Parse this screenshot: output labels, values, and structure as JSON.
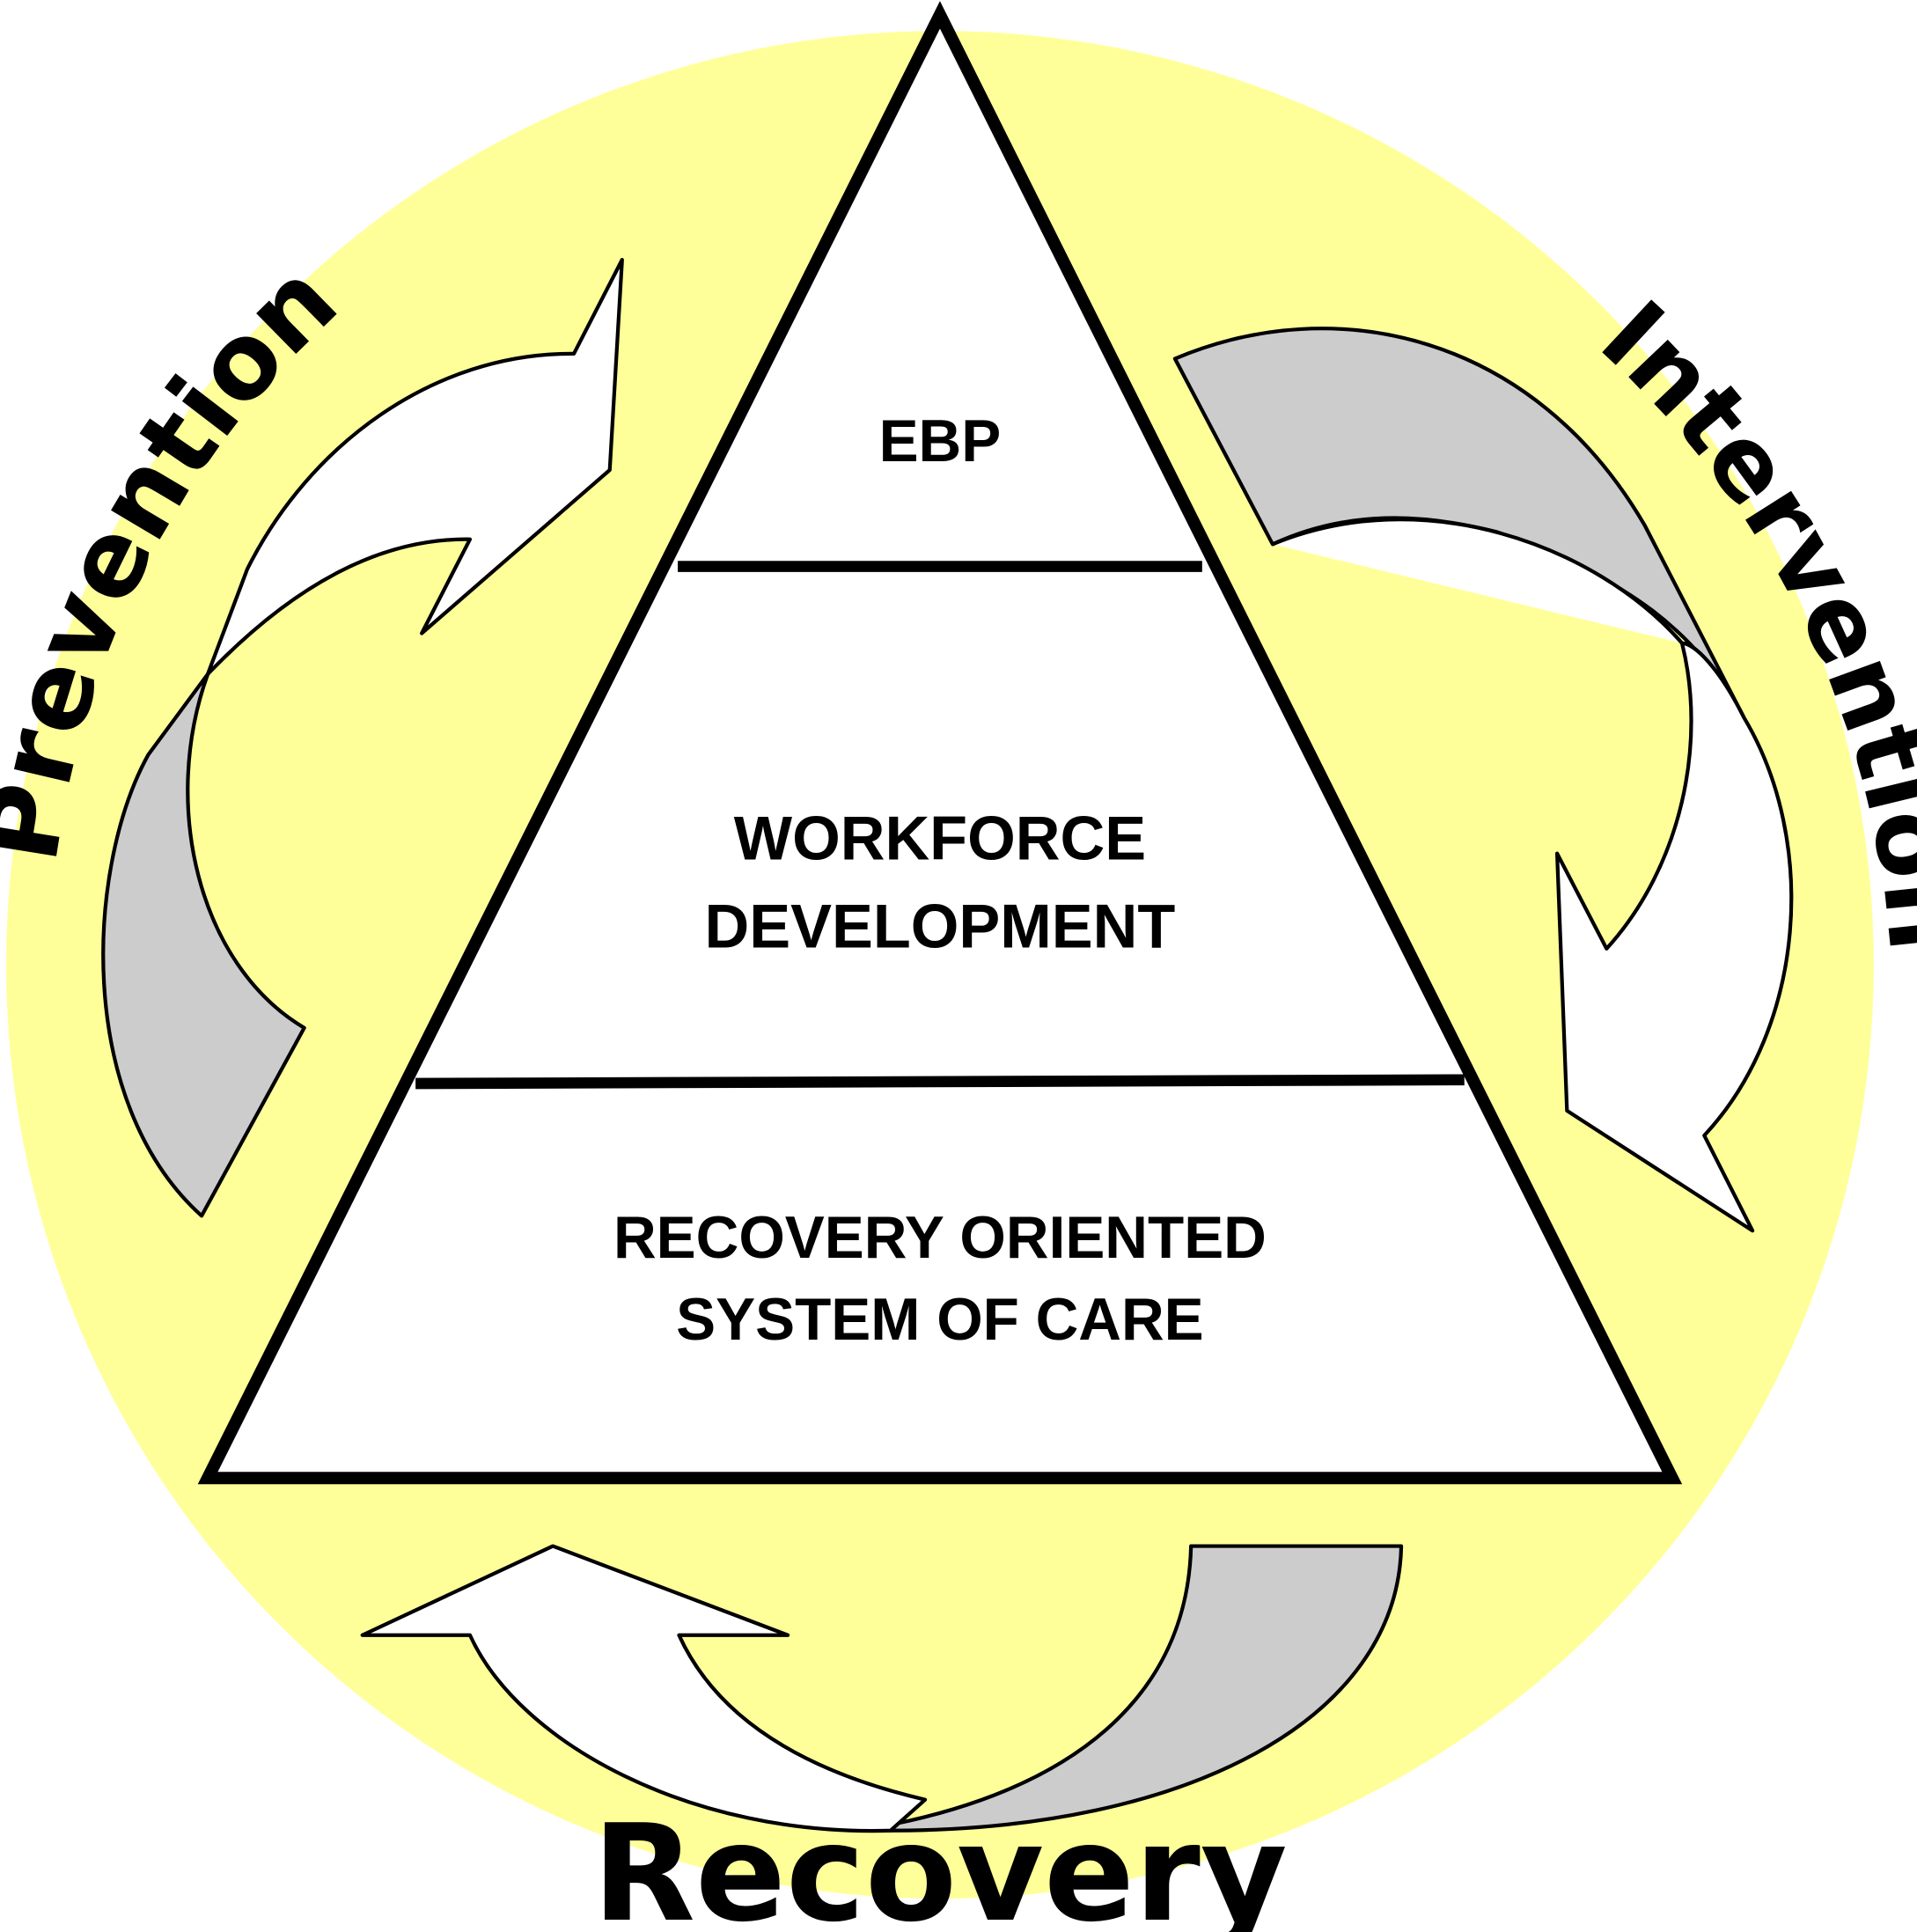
{
  "diagram": {
    "pyramid": {
      "tiers": [
        {
          "label_lines": [
            "EBP"
          ]
        },
        {
          "label_lines": [
            "WORKFORCE",
            "DEVELOPMENT"
          ]
        },
        {
          "label_lines": [
            "RECOVERY ORIENTED",
            "SYSTEM OF CARE"
          ]
        }
      ]
    },
    "cycle": {
      "labels": {
        "prevention": "Prevention",
        "intervention": "Intervention",
        "recovery": "Recovery"
      }
    },
    "colors": {
      "background_circle": "#ffff99",
      "arrow_front": "#ffffff",
      "arrow_shadow": "#cccccc",
      "outline": "#000000"
    }
  }
}
